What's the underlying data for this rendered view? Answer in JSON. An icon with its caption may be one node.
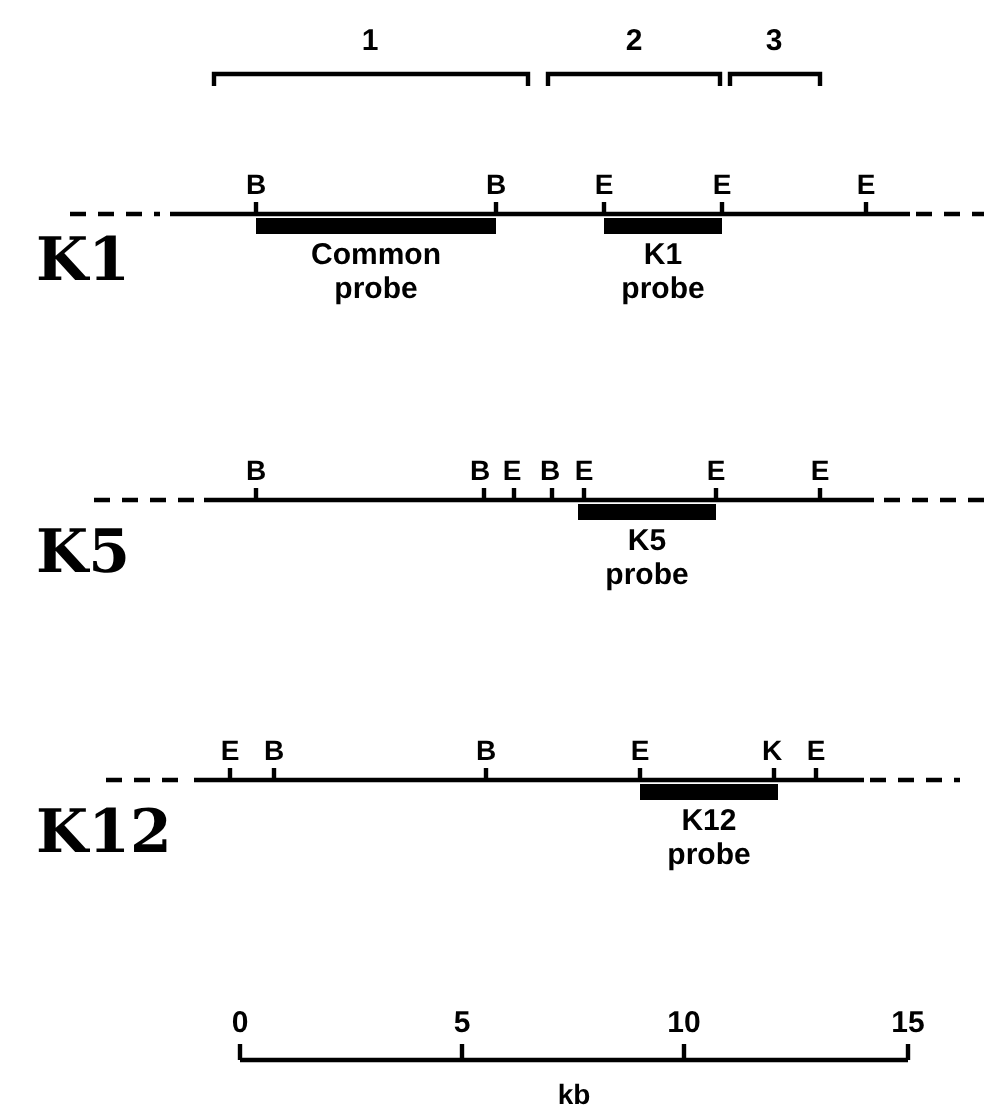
{
  "diagram": {
    "nodes": [
      {
        "text": [
          "Common probe"
        ]
      },
      {
        "text": [
          "K1 probe"
        ]
      },
      {
        "text": [
          "K5 probe"
        ]
      },
      {
        "text": [
          "K12 probe"
        ]
      }
    ],
    "labels": [
      "1",
      "2",
      "3",
      "B",
      "B",
      "E",
      "E",
      "E",
      "K1",
      "B",
      "B",
      "E",
      "B",
      "E",
      "E",
      "E",
      "K5",
      "E",
      "B",
      "B",
      "E",
      "K",
      "E",
      "K12",
      "0",
      "5",
      "10",
      "15",
      "kb"
    ]
  }
}
